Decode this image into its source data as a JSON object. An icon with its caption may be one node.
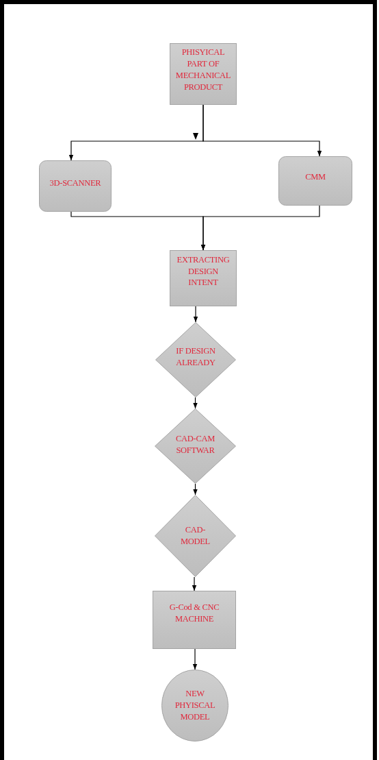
{
  "diagram": {
    "nodes": [
      {
        "text": [
          "PHISYICAL PART OF MECHANICAL PRODUCT"
        ]
      },
      {
        "text": [
          "3D-SCANNER"
        ]
      },
      {
        "text": [
          "CMM"
        ]
      },
      {
        "text": [
          "EXTRACTING DESIGN INTENT"
        ]
      },
      {
        "text": [
          "IF DESIGN ALREADY"
        ]
      },
      {
        "text": [
          "CAD-CAM SOFTWAR"
        ]
      },
      {
        "text": [
          "CAD-MODEL"
        ]
      },
      {
        "text": [
          "G-Cod & CNC MACHINE"
        ]
      },
      {
        "text": [
          "NEW PHYISCAL MODEL"
        ]
      }
    ],
    "edges": [
      {
        "from": 0,
        "to": 1,
        "arrow": "to"
      },
      {
        "from": 0,
        "to": 2,
        "arrow": "to"
      },
      {
        "from": 1,
        "to": 3,
        "arrow": "to"
      },
      {
        "from": 2,
        "to": 3,
        "arrow": "to"
      },
      {
        "from": 3,
        "to": 4,
        "arrow": "to"
      },
      {
        "from": 4,
        "to": 5,
        "arrow": "to"
      },
      {
        "from": 5,
        "to": 6,
        "arrow": "to"
      },
      {
        "from": 6,
        "to": 7,
        "arrow": "to"
      },
      {
        "from": 7,
        "to": 8,
        "arrow": "to"
      }
    ]
  }
}
